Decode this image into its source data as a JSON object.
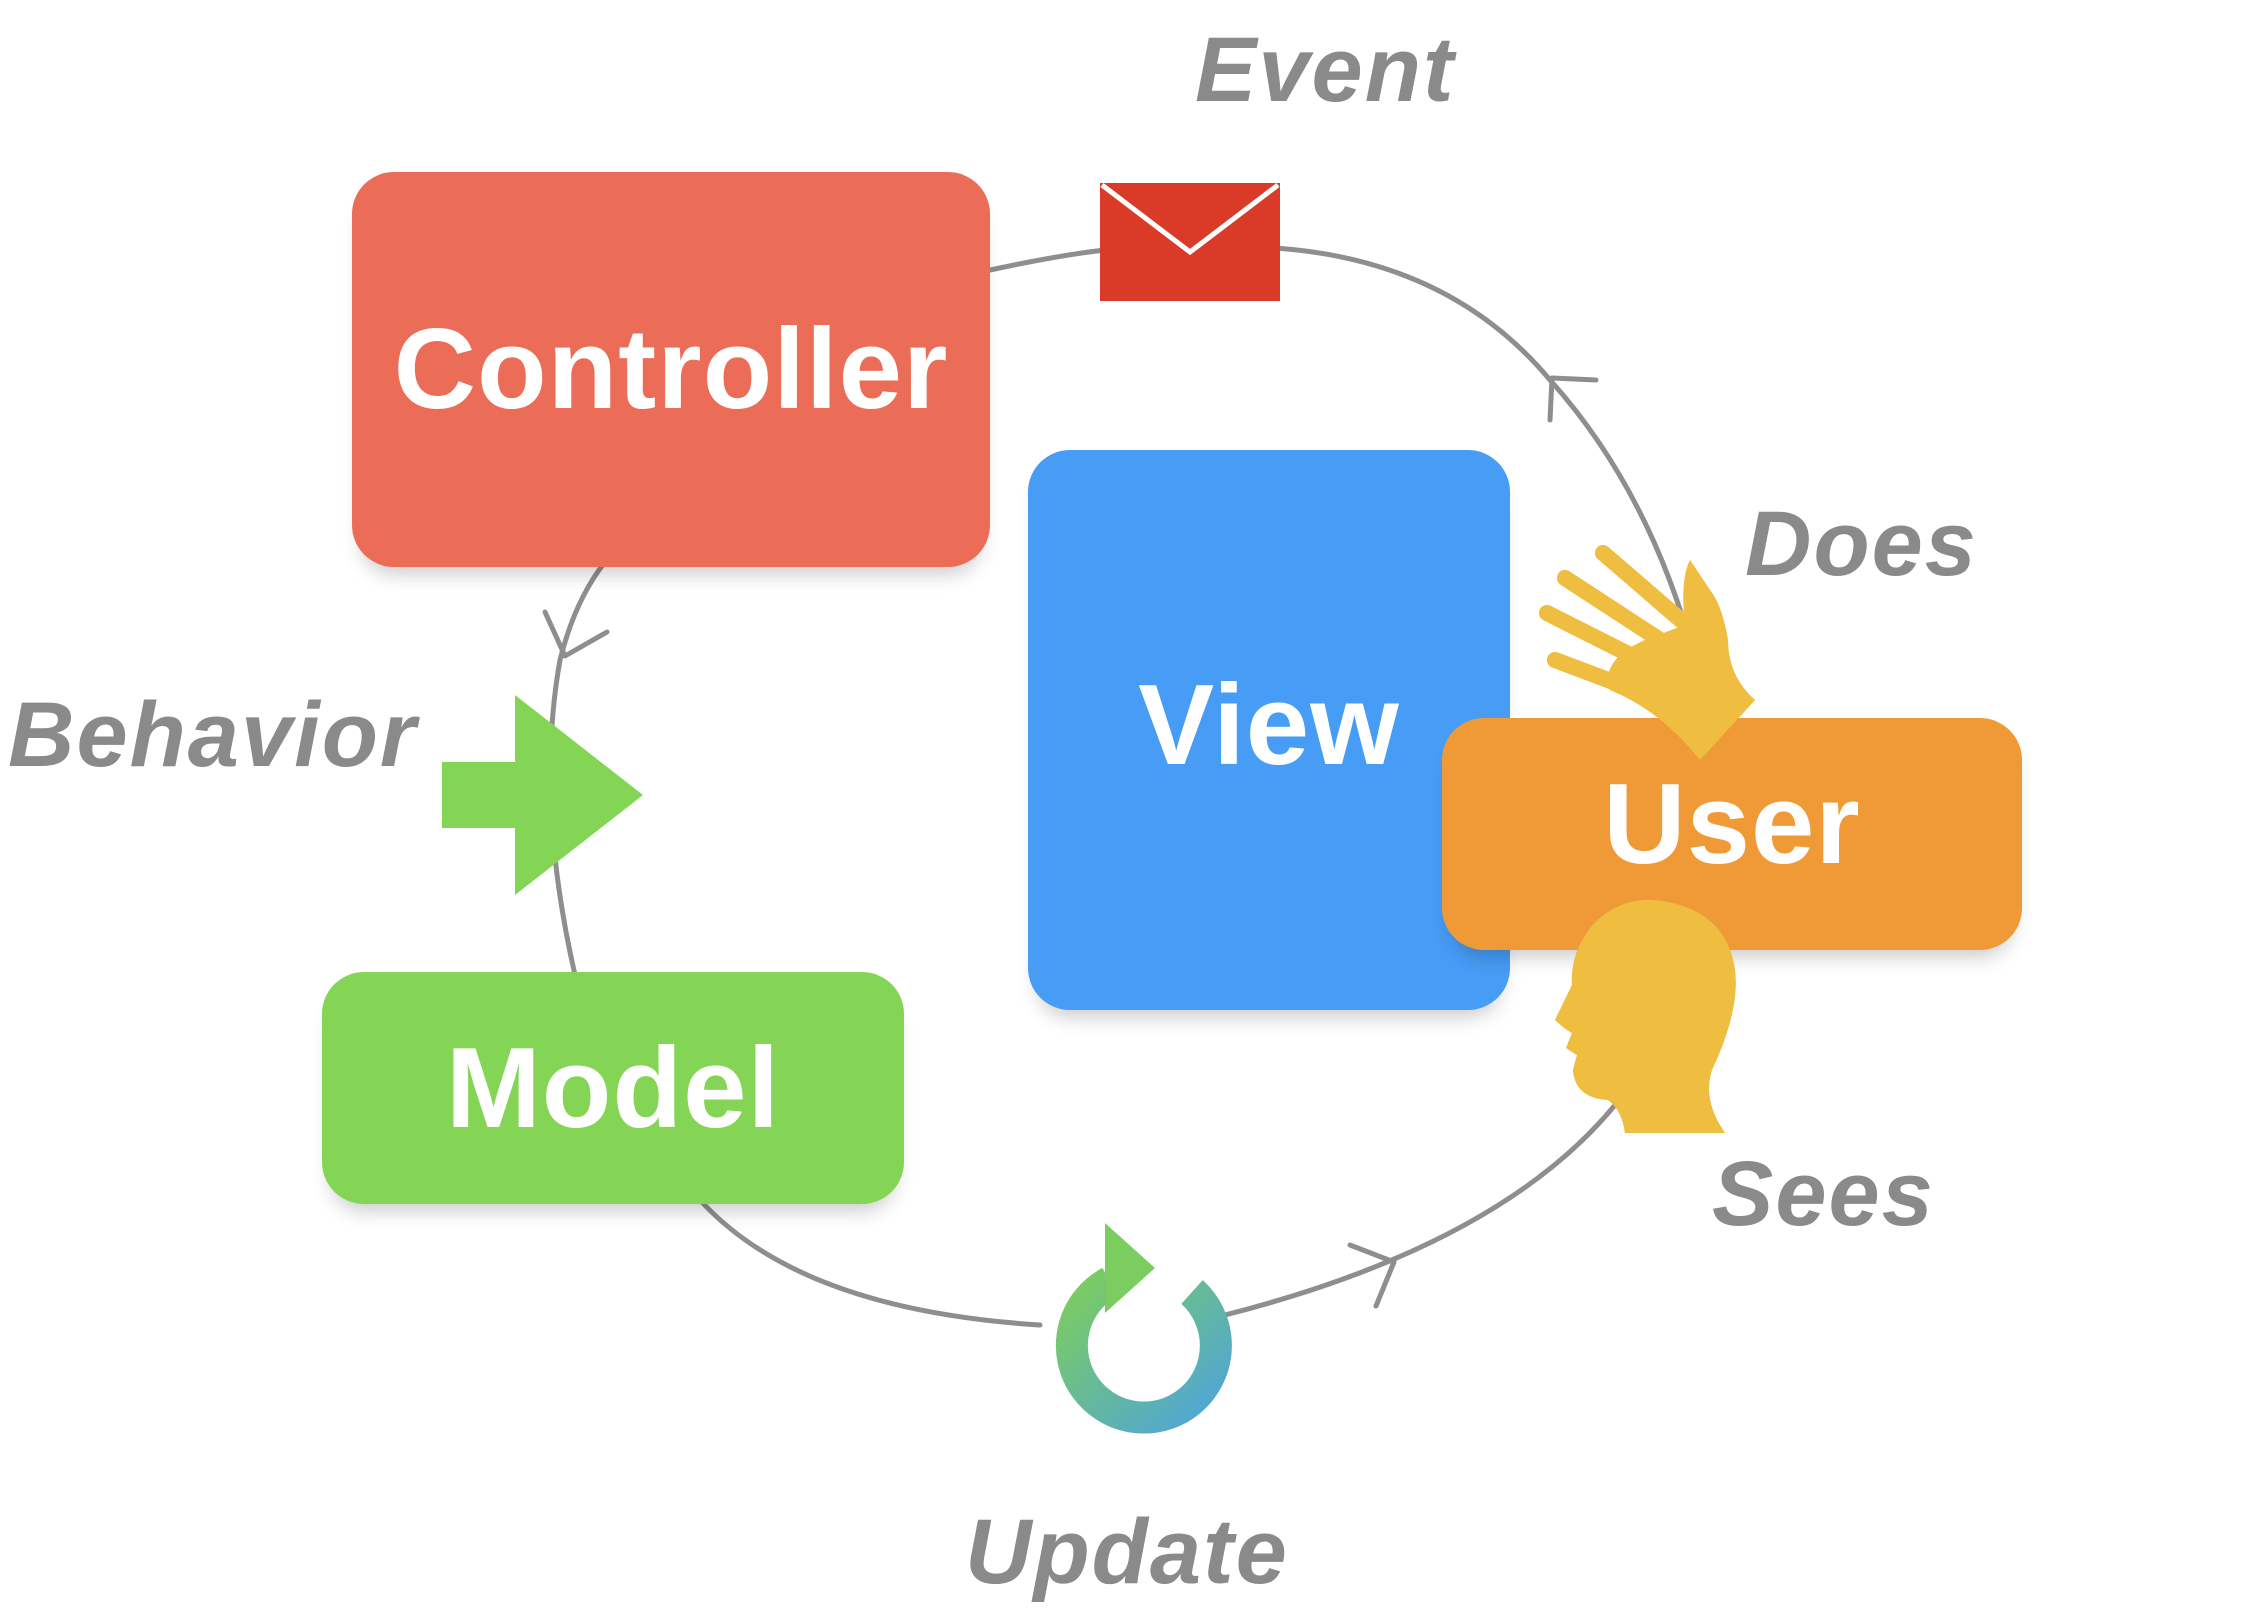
{
  "nodes": {
    "controller": {
      "label": "Controller",
      "color": "#ec6d57"
    },
    "view": {
      "label": "View",
      "color": "#479cf5"
    },
    "user": {
      "label": "User",
      "color": "#ef9a36"
    },
    "model": {
      "label": "Model",
      "color": "#84d555"
    }
  },
  "edges": {
    "event": {
      "label": "Event",
      "icon": "envelope-icon",
      "icon_color": "#d93b28"
    },
    "does": {
      "label": "Does",
      "icon": "hand-icon",
      "icon_color": "#efbd40"
    },
    "sees": {
      "label": "Sees",
      "icon": "head-profile-icon",
      "icon_color": "#efbd40"
    },
    "update": {
      "label": "Update",
      "icon": "refresh-icon",
      "icon_colors": [
        "#7ccd5f",
        "#4ea5d8"
      ]
    },
    "behavior": {
      "label": "Behavior",
      "icon": "right-arrow-icon",
      "icon_color": "#84d555"
    }
  },
  "colors": {
    "connector": "#8e8e8e",
    "label_text": "#8a8a8a"
  }
}
